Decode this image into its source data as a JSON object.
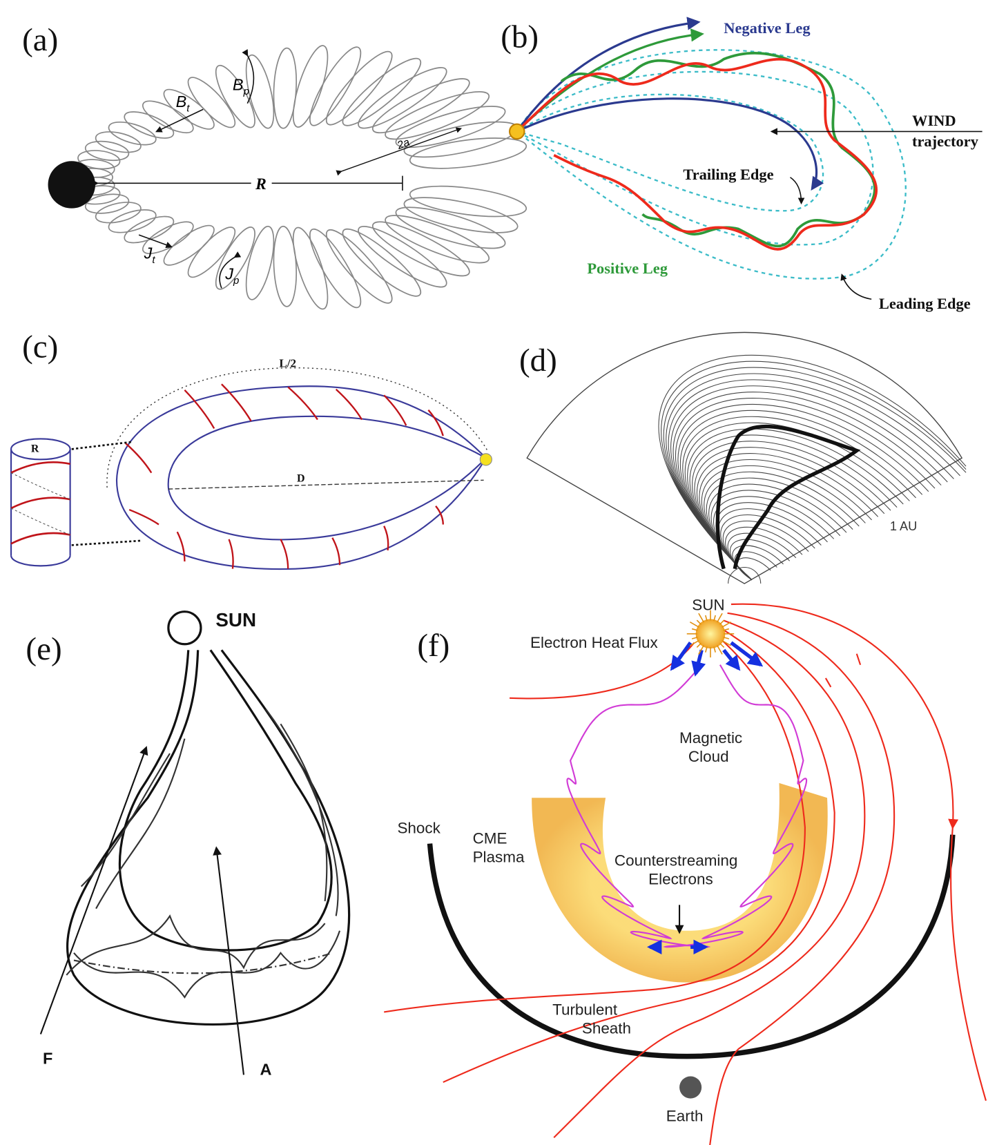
{
  "panels": {
    "a": {
      "label": "(a)",
      "Bt": "B",
      "Bt_sub": "t",
      "Bp": "B",
      "Bp_sub": "p",
      "Jt": "J",
      "Jt_sub": "t",
      "Jp": "J",
      "Jp_sub": "p",
      "R": "R",
      "two_a": "2a"
    },
    "b": {
      "label": "(b)",
      "negative_leg": "Negative Leg",
      "positive_leg": "Positive Leg",
      "wind": "WIND",
      "trajectory": "trajectory",
      "trailing_edge": "Trailing Edge",
      "leading_edge": "Leading Edge"
    },
    "c": {
      "label": "(c)",
      "L2": "L/2",
      "R": "R",
      "D": "D"
    },
    "d": {
      "label": "(d)",
      "au": "1 AU"
    },
    "e": {
      "label": "(e)",
      "sun": "SUN",
      "F": "F",
      "A": "A"
    },
    "f": {
      "label": "(f)",
      "sun": "SUN",
      "electron_heat_flux": "Electron Heat Flux",
      "magnetic": "Magnetic",
      "cloud": "Cloud",
      "cme": "CME",
      "plasma": "Plasma",
      "counterstreaming": "Counterstreaming",
      "electrons": "Electrons",
      "shock": "Shock",
      "turbulent": "Turbulent",
      "sheath": "Sheath",
      "earth": "Earth"
    }
  },
  "colors": {
    "red": "#ee2a1c",
    "green": "#2e9a3a",
    "blue": "#2b3a8f",
    "cyan": "#3cbcc8",
    "magenta": "#d13bd6",
    "purple": "#8a2ab0",
    "arrow_blue": "#1530e0",
    "plasma": "#f5c030"
  }
}
